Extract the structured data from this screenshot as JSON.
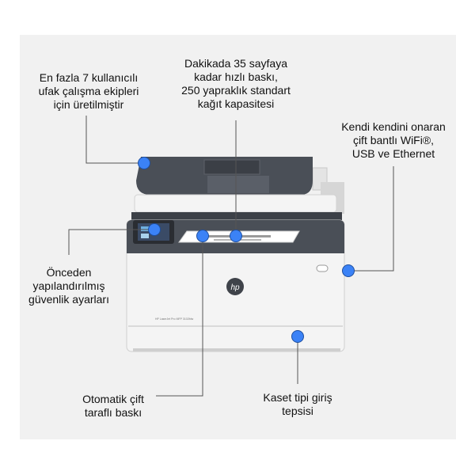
{
  "product": {
    "brand_logo": "hp",
    "model_label": "HP LaserJet Pro MFP 3102fdw"
  },
  "callouts": {
    "users": [
      "En fazla 7 kullanıcılı",
      "ufak çalışma ekipleri",
      "için üretilmiştir"
    ],
    "speed": [
      "Dakikada 35 sayfaya",
      "kadar hızlı baskı,",
      "250 yapraklık standart",
      "kağıt kapasitesi"
    ],
    "connectivity": [
      "Kendi kendini onaran",
      "çift bantlı WiFi®,",
      "USB ve Ethernet"
    ],
    "security": [
      "Önceden",
      "yapılandırılmış",
      "güvenlik ayarları"
    ],
    "duplex": [
      "Otomatik çift",
      "taraflı baskı"
    ],
    "tray": [
      "Kaset tipi giriş",
      "tepsisi"
    ]
  },
  "colors": {
    "accent_dot": "#3b82f6",
    "panel_bg": "#f1f1f1",
    "printer_dark": "#4a4f57",
    "printer_body": "#f4f4f4"
  }
}
